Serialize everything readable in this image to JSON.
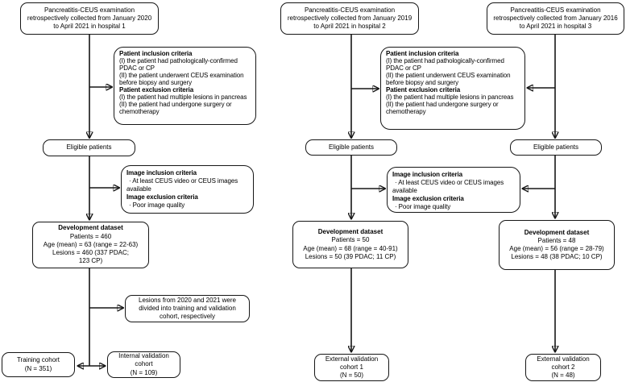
{
  "colors": {
    "line": "#161616",
    "background": "#ffffff",
    "text": "#000000"
  },
  "shared": {
    "eligible_label": "Eligible patients",
    "patient_criteria": {
      "inclusion_header": "Patient inclusion criteria",
      "inclusion_item_1": "(I) the patient had pathologically-confirmed PDAC or CP",
      "inclusion_item_2": "(II) the patient underwent CEUS examination before biopsy and surgery",
      "exclusion_header": "Patient exclusion criteria",
      "exclusion_item_1": "(I) the patient had multiple lesions in pancreas",
      "exclusion_item_2": "(II) the patient had undergone surgery or chemotherapy"
    },
    "image_criteria": {
      "inclusion_header": "Image inclusion criteria",
      "inclusion_item_1": "· At least CEUS video or CEUS images available",
      "exclusion_header": "Image exclusion criteria",
      "exclusion_item_1": "· Poor image quality"
    }
  },
  "hospital1": {
    "source_text": "Pancreatitis-CEUS examination retrospectively collected from January 2020 to April 2021 in hospital 1",
    "development_dataset": {
      "header": "Development dataset",
      "patients": "Patients = 460",
      "age": "Age (mean) = 63 (range = 22-63)",
      "lesions_line1": "Lesions = 460 (337 PDAC;",
      "lesions_line2": "123 CP)"
    },
    "split_note": "Lesions from 2020 and 2021 were divided into training and validation cohort, respectively",
    "training_cohort": {
      "line1": "Training cohort",
      "line2": "(N = 351)"
    },
    "internal_validation_cohort": {
      "line1": "Internal validation",
      "line2": "cohort",
      "line3": "(N = 109)"
    }
  },
  "hospital2": {
    "source_text": "Pancreatitis-CEUS examination retrospectively collected from January 2019 to April 2021 in hospital 2",
    "development_dataset": {
      "header": "Development dataset",
      "patients": "Patients = 50",
      "age": "Age (mean) = 68 (range = 40-91)",
      "lesions": "Lesions = 50 (39 PDAC; 11 CP)"
    },
    "external_validation_cohort_1": {
      "line1": "External validation",
      "line2": "cohort 1",
      "line3": "(N = 50)"
    }
  },
  "hospital3": {
    "source_text": "Pancreatitis-CEUS examination retrospectively collected from January 2016 to April 2021 in hospital 3",
    "development_dataset": {
      "header": "Development dataset",
      "patients": "Patients = 48",
      "age": "Age (mean) = 56 (range = 28-79)",
      "lesions": "Lesions = 48 (38 PDAC; 10 CP)"
    },
    "external_validation_cohort_2": {
      "line1": "External validation",
      "line2": "cohort 2",
      "line3": "(N = 48)"
    }
  }
}
